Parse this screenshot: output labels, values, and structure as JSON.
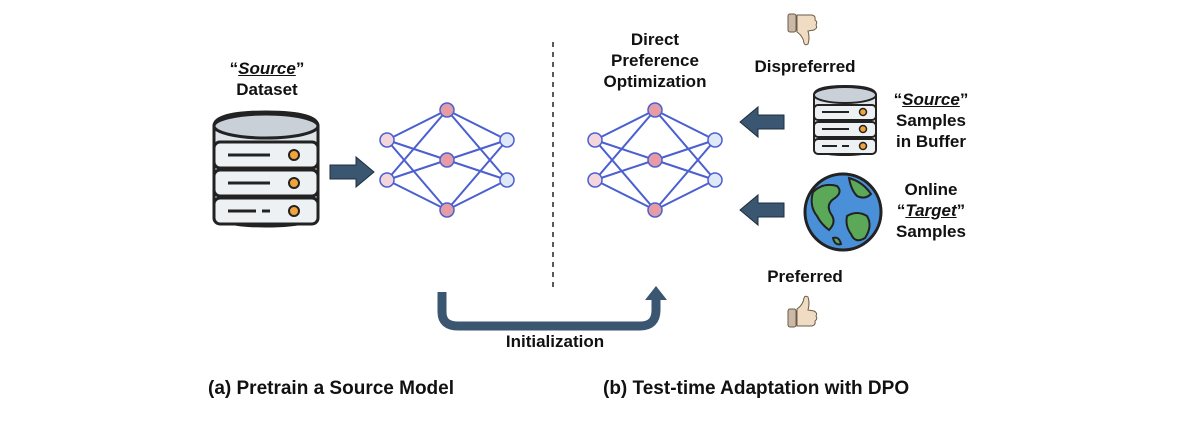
{
  "left_panel": {
    "dataset_quote_open": "“",
    "dataset_source_word": "Source",
    "dataset_quote_close": "”",
    "dataset_word": "Dataset",
    "caption": "(a) Pretrain a Source Model"
  },
  "right_panel": {
    "dpo_line1": "Direct",
    "dpo_line2": "Preference",
    "dpo_line3": "Optimization",
    "dispreferred": "Dispreferred",
    "preferred": "Preferred",
    "source_quote_open": "“",
    "source_word": "Source",
    "source_quote_close": "”",
    "source_line2": "Samples",
    "source_line3": "in Buffer",
    "online": "Online",
    "target_quote_open": "“",
    "target_word": "Target",
    "target_quote_close": "”",
    "target_line3": "Samples",
    "caption": "(b) Test-time Adaptation with DPO"
  },
  "initialization": "Initialization",
  "colors": {
    "arrow": "#3b5670",
    "network_edge": "#4a5fd0",
    "node_input": "#f3d6dc",
    "node_hidden": "#e59ca6",
    "node_output": "#dfe8f8",
    "database_body": "#dfe4ea",
    "database_led": "#f2a43a",
    "globe_ocean": "#4a90d9",
    "globe_land": "#5aa858"
  },
  "icons": [
    "database-icon",
    "neural-network-icon",
    "thumbs-down-icon",
    "thumbs-up-icon",
    "globe-icon",
    "arrow-icon"
  ]
}
